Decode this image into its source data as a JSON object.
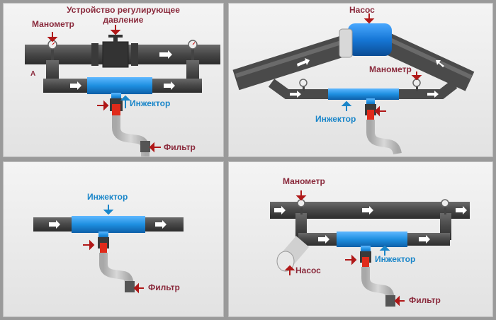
{
  "colors": {
    "pipe": "#4b4b4b",
    "pipe_dark": "#2e2e2e",
    "injector": "#1e8fe0",
    "pump": "#1677d6",
    "hose": "#bdbdbd",
    "valve": "#e02a1a",
    "label_red": "#8a2a3c",
    "label_blue": "#1a86c9",
    "arrow_red": "#b01818"
  },
  "panels": [
    {
      "id": "top-left",
      "labels": {
        "manometer": "Манометр",
        "regulator": "Устройство регулирующее давление",
        "regulator_line1": "Устройство регулирующее",
        "regulator_line2": "давление",
        "marker": "A",
        "injector": "Инжектор",
        "filter": "Фильтр"
      }
    },
    {
      "id": "top-right",
      "labels": {
        "pump": "Насос",
        "manometer": "Манометр",
        "injector": "Инжектор"
      }
    },
    {
      "id": "bottom-left",
      "labels": {
        "injector": "Инжектор",
        "filter": "Фильтр"
      }
    },
    {
      "id": "bottom-right",
      "labels": {
        "manometer": "Манометр",
        "pump": "Насос",
        "injector": "Инжектор",
        "filter": "Фильтр"
      }
    }
  ]
}
